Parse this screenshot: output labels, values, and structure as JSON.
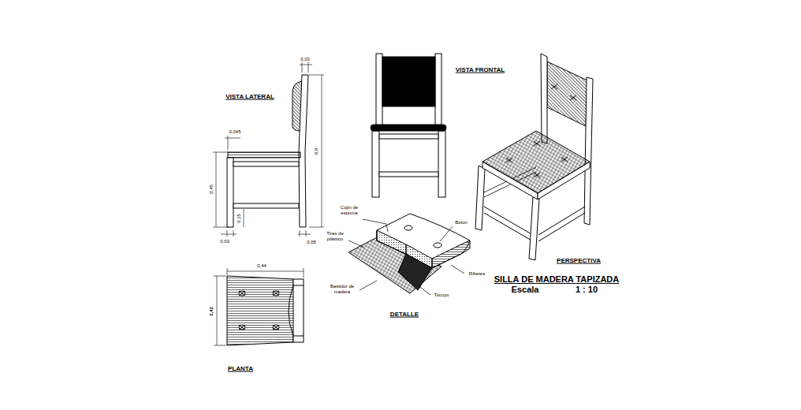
{
  "diagram": {
    "title": "SILLA DE MADERA TAPIZADA",
    "labels": [
      "VISTA LATERAL",
      "0,03",
      "0,045",
      "0,9",
      "0,45",
      "0,15",
      "0,03",
      "0,05",
      "VISTA FRONTAL",
      "PERSPECTIVA",
      "0,44",
      "0,42",
      "PLANTA",
      "Cojín de espuma",
      "Botón",
      "Tiras de plástico",
      "Bastidor de madera",
      "Ribetes",
      "Tocuyo",
      "DETALLE",
      "Escala",
      "1 : 10"
    ]
  }
}
